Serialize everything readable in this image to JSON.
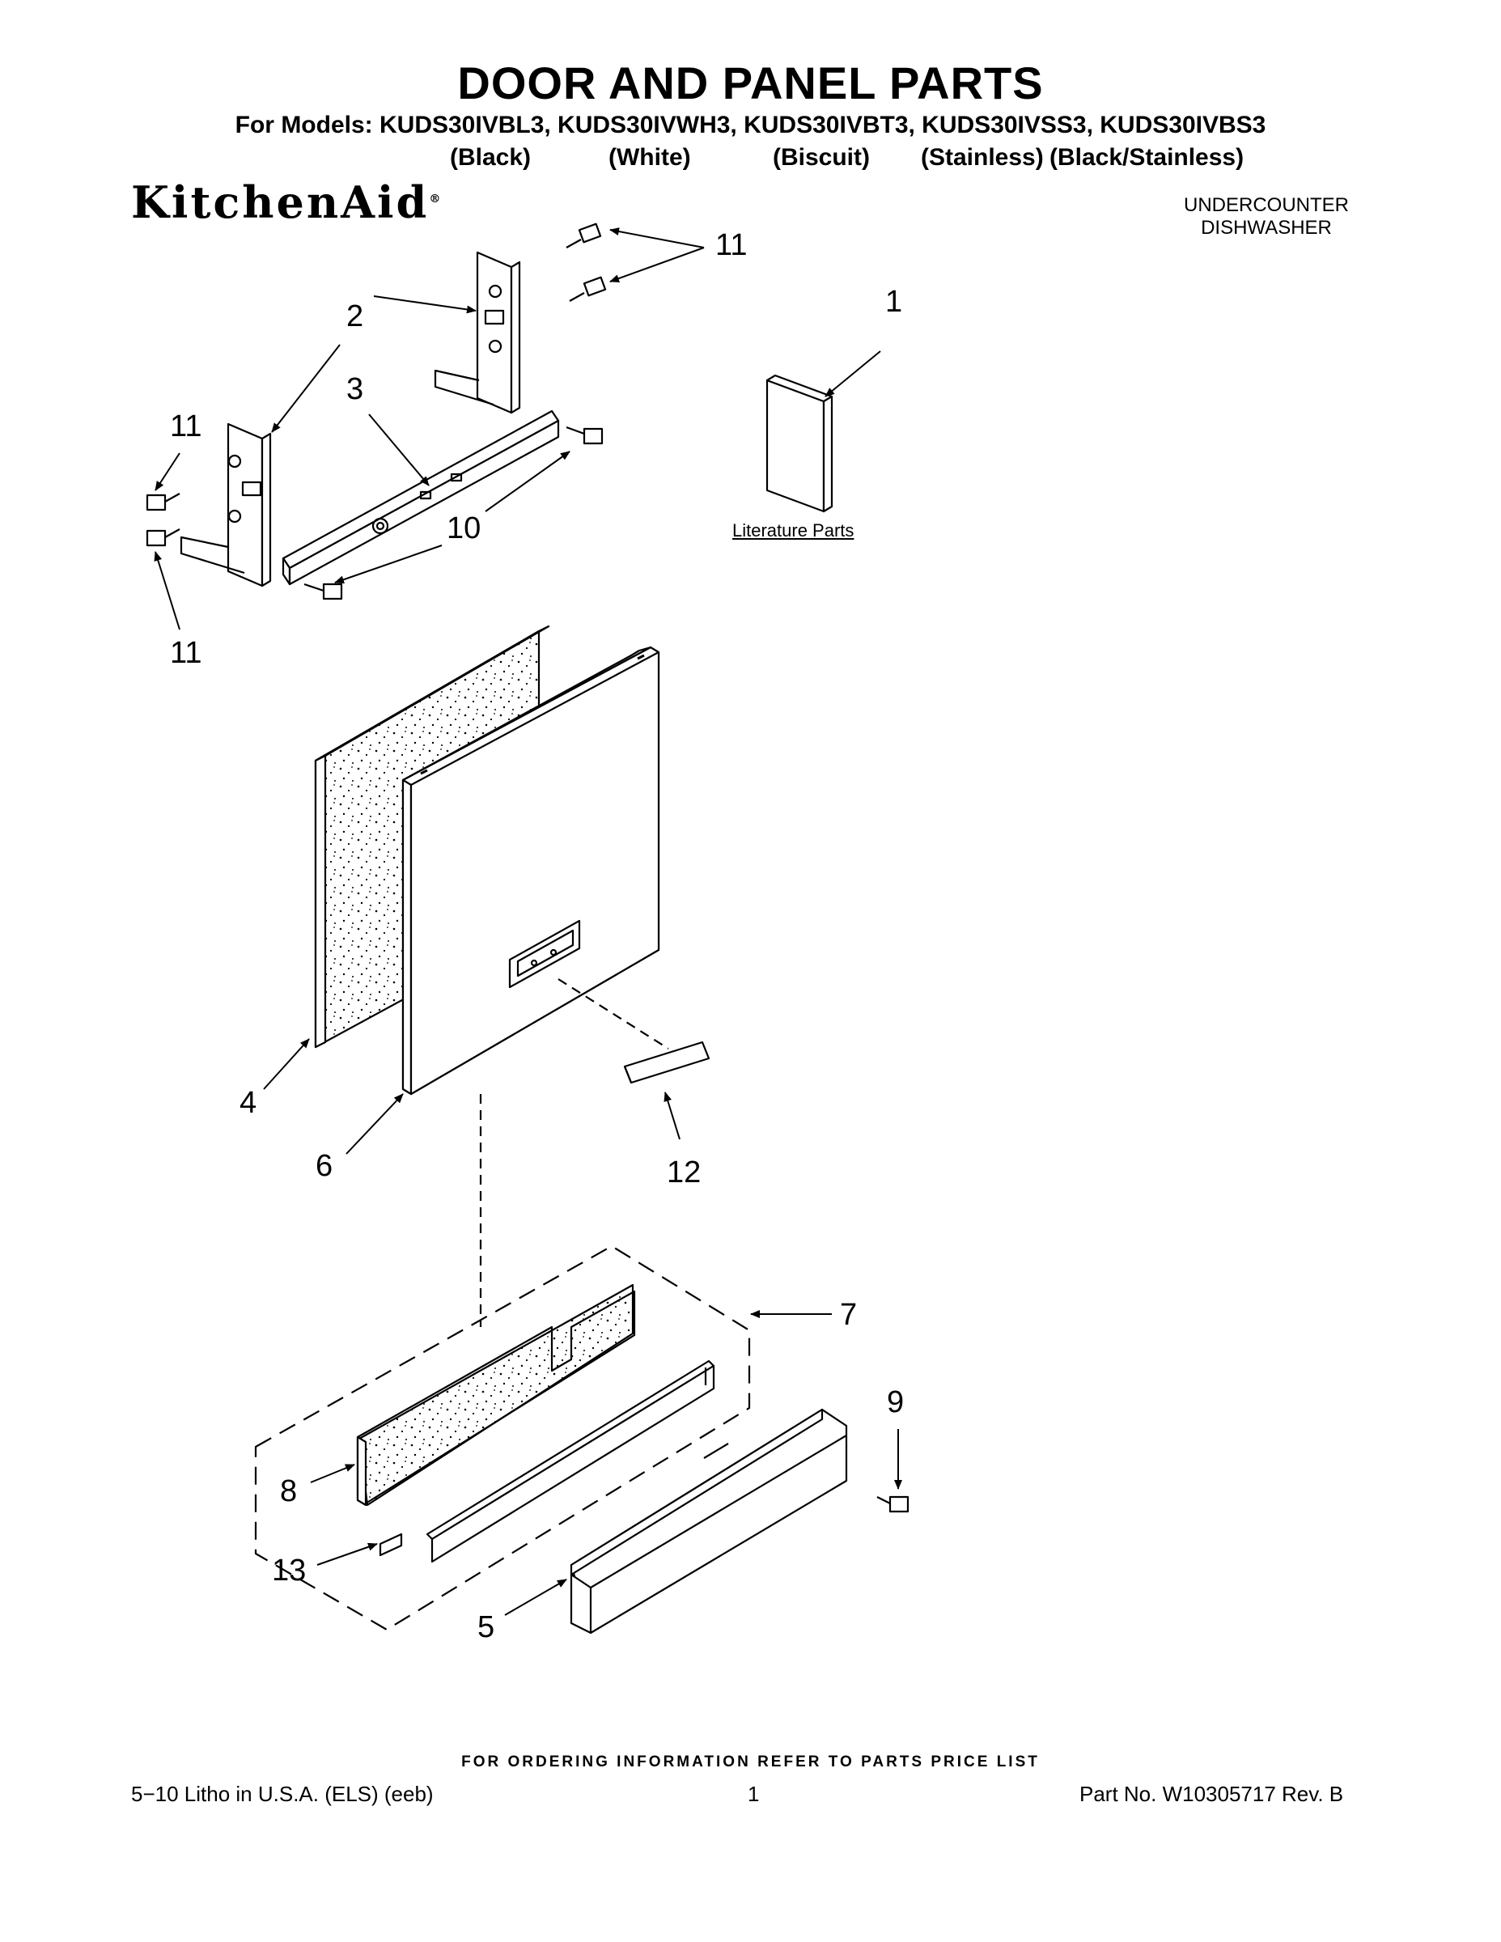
{
  "header": {
    "title": "DOOR AND PANEL PARTS",
    "models_line": "For Models: KUDS30IVBL3, KUDS30IVWH3, KUDS30IVBT3, KUDS30IVSS3, KUDS30IVBS3",
    "variants": [
      "(Black)",
      "(White)",
      "(Biscuit)",
      "(Stainless)",
      "(Black/Stainless)"
    ],
    "brand": "KitchenAid",
    "brand_mark": "®",
    "product_line1": "UNDERCOUNTER",
    "product_line2": "DISHWASHER"
  },
  "diagram": {
    "callouts": [
      "11",
      "2",
      "1",
      "3",
      "11",
      "10",
      "11",
      "4",
      "6",
      "12",
      "7",
      "9",
      "8",
      "13",
      "5"
    ],
    "literature_label": "Literature Parts"
  },
  "footer": {
    "ordering_note": "FOR ORDERING INFORMATION REFER TO PARTS PRICE LIST",
    "litho": "5−10 Litho in U.S.A. (ELS) (eeb)",
    "page_number": "1",
    "part_number": "Part No. W10305717 Rev. B"
  }
}
